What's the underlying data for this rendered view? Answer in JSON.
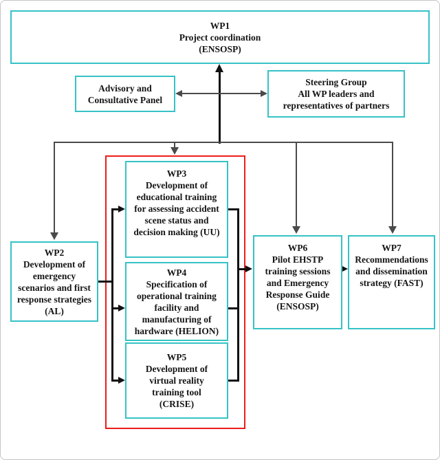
{
  "diagram": {
    "wp1": {
      "lines": [
        "WP1",
        "Project coordination",
        "(ENSOSP)"
      ]
    },
    "advisory": {
      "lines": [
        "Advisory and",
        "Consultative Panel"
      ]
    },
    "steering": {
      "lines": [
        "Steering Group",
        "All WP leaders and",
        "representatives of partners"
      ]
    },
    "wp2": {
      "lines": [
        "WP2",
        "Development of",
        "emergency",
        "scenarios and first",
        "response strategies",
        "(AL)"
      ]
    },
    "wp3": {
      "lines": [
        "WP3",
        "Development of",
        "educational training",
        "for assessing accident",
        "scene status and",
        "decision making (UU)"
      ]
    },
    "wp4": {
      "lines": [
        "WP4",
        "Specification of",
        "operational training",
        "facility and",
        "manufacturing of",
        "hardware (HELION)"
      ]
    },
    "wp5": {
      "lines": [
        "WP5",
        "Development of",
        "virtual reality",
        "training tool",
        "(CRISE)"
      ]
    },
    "wp6": {
      "lines": [
        "WP6",
        "Pilot EHSTP",
        "training sessions",
        "and Emergency",
        "Response Guide",
        "(ENSOSP)"
      ]
    },
    "wp7": {
      "lines": [
        "WP7",
        "Recommendations",
        "and dissemination",
        "strategy (FAST)"
      ]
    }
  },
  "colors": {
    "box_border": "#35c2c6",
    "group_border": "#ee1b1b",
    "line_dark": "#111111",
    "line_gray": "#4a4a4a",
    "page_border": "#c5c5c5",
    "text": "#151515"
  }
}
